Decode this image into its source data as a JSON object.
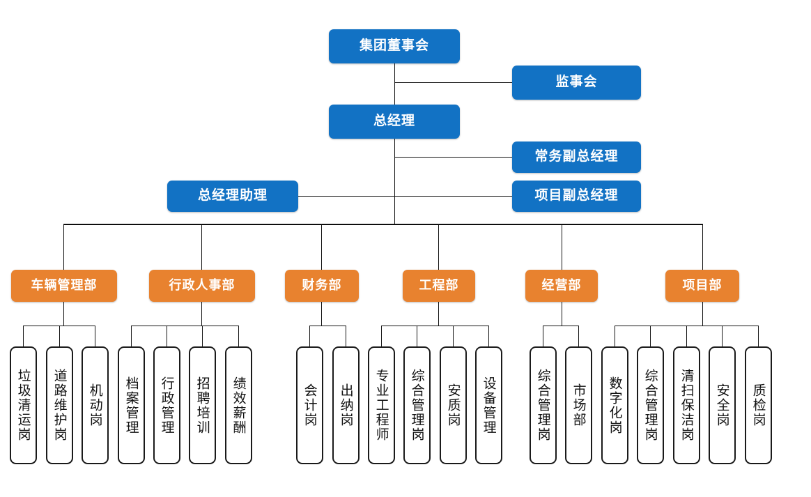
{
  "colors": {
    "executive_fill": "#1272C4",
    "department_fill": "#E8822F",
    "leaf_fill": "#FFFFFF",
    "leaf_border": "#1A1A1A",
    "connector": "#141414",
    "canvas": "#FFFFFF"
  },
  "chart_data": {
    "type": "diagram",
    "title": "",
    "layout": "organization-chart"
  },
  "executive": {
    "board": "集团董事会",
    "supervisory_board": "监事会",
    "general_manager": "总经理",
    "executive_deputy_gm": "常务副总经理",
    "project_deputy_gm": "项目副总经理",
    "gm_assistant": "总经理助理"
  },
  "departments": [
    {
      "name": "车辆管理部",
      "positions": [
        "垃圾清运岗",
        "道路维护岗",
        "机动岗"
      ]
    },
    {
      "name": "行政人事部",
      "positions": [
        "档案管理",
        "行政管理",
        "招聘培训",
        "绩效薪酬"
      ]
    },
    {
      "name": "财务部",
      "positions": [
        "会计岗",
        "出纳岗"
      ]
    },
    {
      "name": "工程部",
      "positions": [
        "专业工程师",
        "综合管理岗",
        "安质岗",
        "设备管理"
      ]
    },
    {
      "name": "经营部",
      "positions": [
        "综合管理岗",
        "市场部"
      ]
    },
    {
      "name": "项目部",
      "positions": [
        "数字化岗",
        "综合管理岗",
        "清扫保洁岗",
        "安全岗",
        "质检岗"
      ]
    }
  ]
}
